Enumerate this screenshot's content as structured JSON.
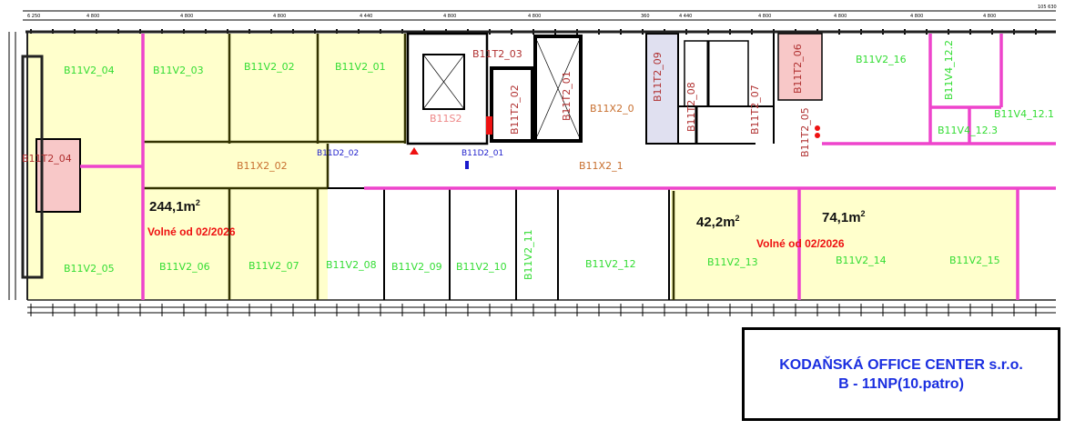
{
  "rooms": {
    "v2_01": "B11V2_01",
    "v2_02": "B11V2_02",
    "v2_03": "B11V2_03",
    "v2_04": "B11V2_04",
    "v2_05": "B11V2_05",
    "v2_06": "B11V2_06",
    "v2_07": "B11V2_07",
    "v2_08": "B11V2_08",
    "v2_09": "B11V2_09",
    "v2_10": "B11V2_10",
    "v2_11": "B11V2_11",
    "v2_12": "B11V2_12",
    "v2_13": "B11V2_13",
    "v2_14": "B11V2_14",
    "v2_15": "B11V2_15",
    "v2_16": "B11V2_16",
    "v4_12_1": "B11V4_12.1",
    "v4_12_2": "B11V4_12.2",
    "v4_12_3": "B11V4_12.3",
    "t2_01": "B11T2_01",
    "t2_02": "B11T2_02",
    "t2_03": "B11T2_03",
    "t2_04": "B11T2_04",
    "t2_05": "B11T2_05",
    "t2_06": "B11T2_06",
    "t2_07": "B11T2_07",
    "t2_08": "B11T2_08",
    "t2_09": "B11T2_09",
    "s2": "B11S2",
    "x2_02": "B11X2_02",
    "x2_0": "B11X2_0",
    "x2_1": "B11X2_1",
    "d2_01": "B11D2_01",
    "d2_02": "B11D2_02"
  },
  "offers": [
    {
      "area": "244,1m",
      "sup": "2",
      "status": "Volné od 02/2026"
    },
    {
      "area": "42,2m",
      "sup": "2"
    },
    {
      "area": "74,1m",
      "sup": "2",
      "status": "Volné od 02/2026"
    }
  ],
  "dimensions": {
    "top": [
      "6 250",
      "4 800",
      "4 800",
      "4 800",
      "4 440",
      "4 800",
      "4 800",
      "360",
      "4 440",
      "4 800",
      "4 800",
      "4 800",
      "4 800"
    ],
    "total": "105 630"
  },
  "title_block": {
    "company": "KODAŇSKÁ OFFICE CENTER s.r.o.",
    "floor": "B - 11NP(10.patro)"
  },
  "colors": {
    "office_fill": "#ffffcc",
    "partition": "#ee44cc",
    "wc_fill": "#f8c8c8",
    "shaft_fill": "#e0e0f0"
  }
}
